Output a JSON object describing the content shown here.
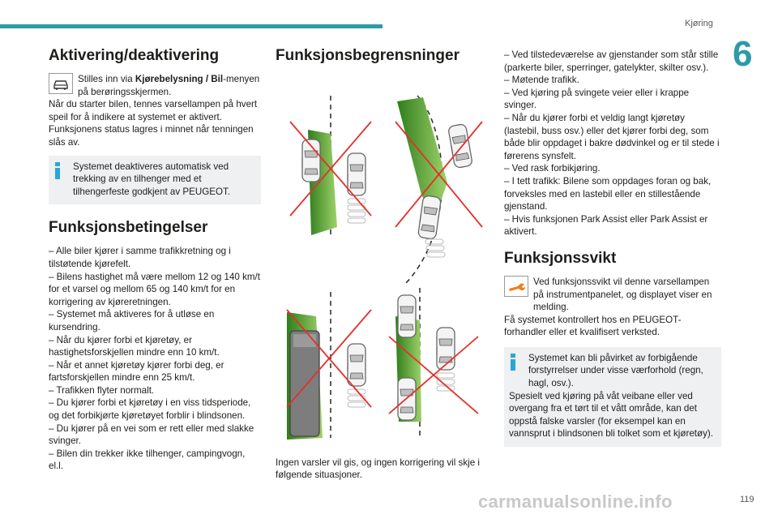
{
  "header": {
    "section": "Kjøring",
    "chapter": "6",
    "page": "119",
    "watermark": "carmanualsonline.info"
  },
  "col1": {
    "title1": "Aktivering/deaktivering",
    "intro_pre": "Stilles inn via ",
    "intro_bold": "Kjørebelysning / Bil",
    "intro_post": "-menyen på berøringsskjermen.",
    "para1": "Når du starter bilen, tennes varsellampen på hvert speil for å indikere at systemet er aktivert.",
    "para2": "Funksjonens status lagres i minnet når tenningen slås av.",
    "note1": "Systemet deaktiveres automatisk ved trekking av en tilhenger med et tilhengerfeste godkjent av PEUGEOT.",
    "title2": "Funksjonsbetingelser",
    "conditions": [
      "– Alle biler kjører i samme trafikkretning og i tilstøtende kjørefelt.",
      "– Bilens hastighet må være mellom 12 og 140 km/t for et varsel og mellom 65 og 140 km/t for en korrigering av kjøreretningen.",
      "– Systemet må aktiveres for å utløse en kursendring.",
      "– Når du kjører forbi et kjøretøy, er hastighetsforskjellen mindre enn 10 km/t.",
      "– Når et annet kjøretøy kjører forbi deg, er fartsforskjellen mindre enn 25 km/t.",
      "– Trafikken flyter normalt.",
      "– Du kjører forbi et kjøretøy i en viss tidsperiode, og det forbikjørte kjøretøyet forblir i blindsonen.",
      "– Du kjører på en vei som er rett eller med slakke svinger.",
      "– Bilen din trekker ikke tilhenger, campingvogn, el.l."
    ]
  },
  "col2": {
    "title": "Funksjonsbegrensninger",
    "caption": "Ingen varsler vil gis, og ingen korrigering vil skje i følgende situasjoner."
  },
  "col3": {
    "limits": [
      "– Ved tilstedeværelse av gjenstander som står stille (parkerte biler, sperringer, gatelykter, skilter osv.).",
      "– Møtende trafikk.",
      "– Ved kjøring på svingete veier eller i krappe svinger.",
      "– Når du kjører forbi et veldig langt kjøretøy (lastebil, buss osv.) eller det kjører forbi deg, som både blir oppdaget i bakre dødvinkel og er til stede i førerens synsfelt.",
      "– Ved rask forbikjøring.",
      "– I tett trafikk: Bilene som oppdages foran og bak, forveksles med en lastebil eller en stillestående gjenstand.",
      "– Hvis funksjonen Park Assist eller Park Assist er aktivert."
    ],
    "title": "Funksjonssvikt",
    "fault_text": "Ved funksjonssvikt vil denne varsellampen på instrumentpanelet, og displayet viser en melding.",
    "fault_text2": "Få systemet kontrollert hos en PEUGEOT-forhandler eller et kvalifisert verksted.",
    "note2": "Systemet kan bli påvirket av forbigående forstyrrelser under visse værforhold (regn, hagl, osv.).",
    "note2b": "Spesielt ved kjøring på våt veibane eller ved overgang fra et tørt til et vått område, kan det oppstå falske varsler (for eksempel kan en vannsprut i blindsonen bli tolket som et kjøretøy)."
  },
  "colors": {
    "accent": "#2c9ba6",
    "info": "#2aa5d8",
    "zone_green": "#5aa12a",
    "cross_red": "#e3302b",
    "warn_orange": "#f07d19"
  }
}
